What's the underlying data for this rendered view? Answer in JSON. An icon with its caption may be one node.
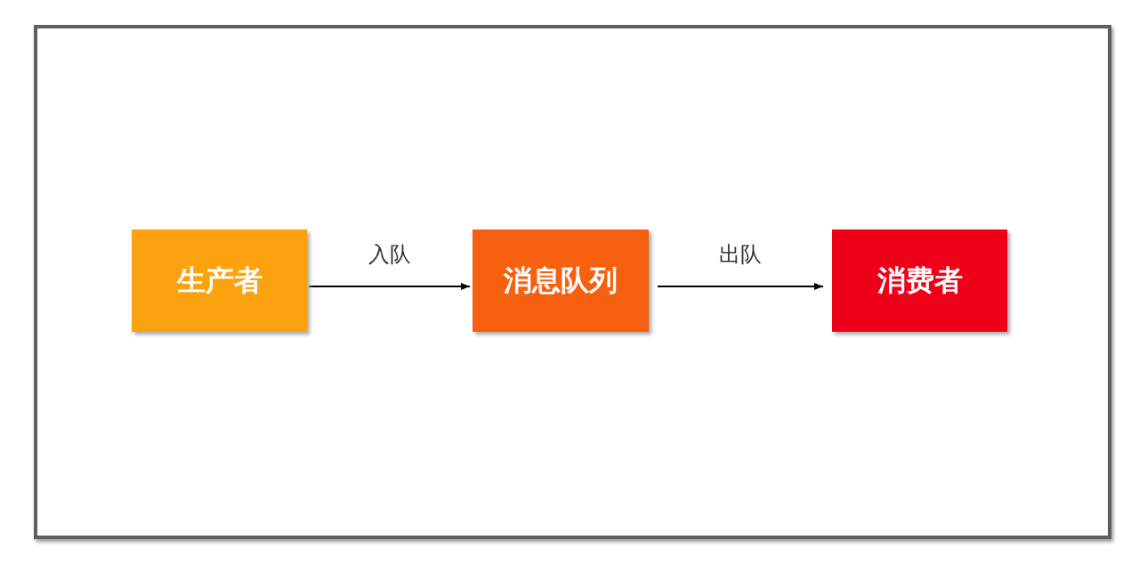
{
  "diagram": {
    "nodes": [
      {
        "text": [
          "生产者"
        ]
      },
      {
        "text": [
          "消息队列"
        ]
      },
      {
        "text": [
          "消费者"
        ]
      }
    ],
    "edges": [
      {
        "from": 0,
        "to": 1,
        "arrow": "to",
        "label": "入队"
      },
      {
        "from": 1,
        "to": 2,
        "arrow": "to",
        "label": "出队"
      }
    ]
  }
}
